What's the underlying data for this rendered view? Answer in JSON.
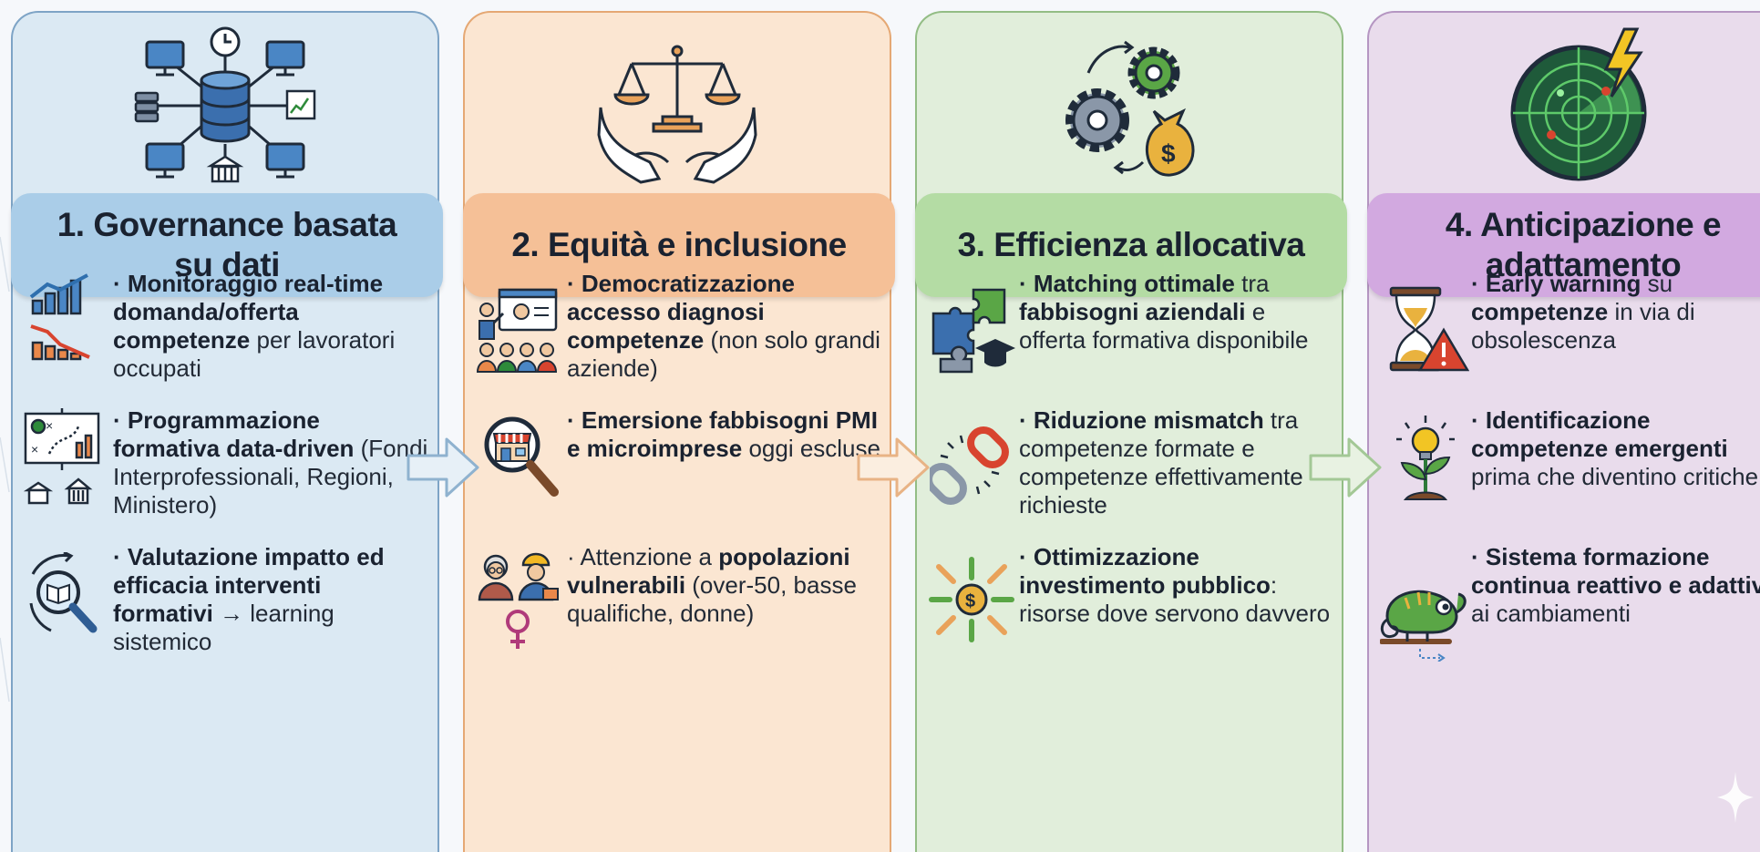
{
  "panels": [
    {
      "title": "1. Governance basata su dati",
      "items": [
        {
          "parts": [
            {
              "t": "· Monitoraggio real-time domanda/offerta competenze",
              "b": true
            },
            {
              "t": " per lavoratori occupati",
              "b": false
            }
          ]
        },
        {
          "parts": [
            {
              "t": "· Programmazione formativa data-driven",
              "b": true
            },
            {
              "t": " (Fondi Interprofessionali, Regioni, Ministero)",
              "b": false
            }
          ]
        },
        {
          "parts": [
            {
              "t": "· Valutazione impatto ed efficacia interventi formativi",
              "b": true
            },
            {
              "t": " → learning sistemico",
              "b": false
            }
          ]
        }
      ]
    },
    {
      "title": "2. Equità e inclusione",
      "items": [
        {
          "parts": [
            {
              "t": "· Democratizzazione accesso diagnosi competenze",
              "b": true
            },
            {
              "t": " (non solo grandi aziende)",
              "b": false
            }
          ]
        },
        {
          "parts": [
            {
              "t": "· Emersione fabbisogni PMI e microimprese",
              "b": true
            },
            {
              "t": " oggi escluse",
              "b": false
            }
          ]
        },
        {
          "parts": [
            {
              "t": "· Attenzione a ",
              "b": false
            },
            {
              "t": "popolazioni vulnerabili",
              "b": true
            },
            {
              "t": " (over-50, basse qualifiche, donne)",
              "b": false
            }
          ]
        }
      ]
    },
    {
      "title": "3. Efficienza allocativa",
      "items": [
        {
          "parts": [
            {
              "t": "· Matching ottimale",
              "b": true
            },
            {
              "t": " tra ",
              "b": false
            },
            {
              "t": "fabbisogni aziendali",
              "b": true
            },
            {
              "t": " e offerta formativa disponibile",
              "b": false
            }
          ]
        },
        {
          "parts": [
            {
              "t": "· Riduzione mismatch",
              "b": true
            },
            {
              "t": " tra competenze formate e competenze effettivamente richieste",
              "b": false
            }
          ]
        },
        {
          "parts": [
            {
              "t": "· Ottimizzazione investimento pubblico",
              "b": true
            },
            {
              "t": ": risorse dove servono davvero",
              "b": false
            }
          ]
        }
      ]
    },
    {
      "title": "4. Anticipazione e adattamento",
      "items": [
        {
          "parts": [
            {
              "t": "· Early warning",
              "b": true
            },
            {
              "t": " su ",
              "b": false
            },
            {
              "t": "competenze",
              "b": true
            },
            {
              "t": " in via di obsolescenza",
              "b": false
            }
          ]
        },
        {
          "parts": [
            {
              "t": "· Identificazione competenze emergenti",
              "b": true
            },
            {
              "t": " prima che diventino critiche",
              "b": false
            }
          ]
        },
        {
          "parts": [
            {
              "t": "· Sistema formazione continua reattivo e adattivo",
              "b": true
            },
            {
              "t": " ai cambiamenti",
              "b": false
            }
          ]
        }
      ]
    }
  ],
  "icons": {
    "p1_hero": "database-network-icon",
    "p2_hero": "scales-in-hands-icon",
    "p3_hero": "gears-money-bag-icon",
    "p4_hero": "radar-lightning-icon"
  },
  "colors": {
    "panel1": "#dbe9f3",
    "panel2": "#fbe6d2",
    "panel3": "#e1eedb",
    "panel4": "#e9dcec"
  }
}
